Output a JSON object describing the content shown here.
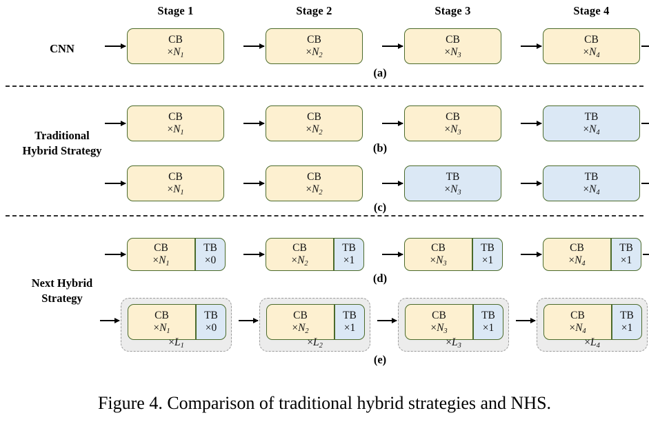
{
  "figure": {
    "caption": "Figure 4. Comparison of traditional hybrid strategies and NHS.",
    "colors": {
      "cb_fill": "#fdf0d0",
      "tb_fill": "#dbe8f5",
      "block_border": "#4a6a2a",
      "group_fill": "#ececec",
      "group_border": "#9a9a9a",
      "separator": "#2b2b2b",
      "arrow": "#000000"
    }
  },
  "stage_headers": [
    {
      "label": "Stage 1"
    },
    {
      "label": "Stage 2"
    },
    {
      "label": "Stage 3"
    },
    {
      "label": "Stage 4"
    }
  ],
  "row_labels": {
    "cnn": "CNN",
    "traditional_line1": "Traditional",
    "traditional_line2": "Hybrid Strategy",
    "next_line1": "Next Hybrid",
    "next_line2": "Strategy"
  },
  "sublabels": {
    "a": "(a)",
    "b": "(b)",
    "c": "(c)",
    "d": "(d)",
    "e": "(e)"
  },
  "rows": {
    "a": {
      "id": "a",
      "stages": [
        {
          "blocks": [
            {
              "type": "CB",
              "name": "CB",
              "mult_prefix": "×",
              "mult_var": "N",
              "mult_sub": "1"
            }
          ]
        },
        {
          "blocks": [
            {
              "type": "CB",
              "name": "CB",
              "mult_prefix": "×",
              "mult_var": "N",
              "mult_sub": "2"
            }
          ]
        },
        {
          "blocks": [
            {
              "type": "CB",
              "name": "CB",
              "mult_prefix": "×",
              "mult_var": "N",
              "mult_sub": "3"
            }
          ]
        },
        {
          "blocks": [
            {
              "type": "CB",
              "name": "CB",
              "mult_prefix": "×",
              "mult_var": "N",
              "mult_sub": "4"
            }
          ]
        }
      ]
    },
    "b": {
      "id": "b",
      "stages": [
        {
          "blocks": [
            {
              "type": "CB",
              "name": "CB",
              "mult_prefix": "×",
              "mult_var": "N",
              "mult_sub": "1"
            }
          ]
        },
        {
          "blocks": [
            {
              "type": "CB",
              "name": "CB",
              "mult_prefix": "×",
              "mult_var": "N",
              "mult_sub": "2"
            }
          ]
        },
        {
          "blocks": [
            {
              "type": "CB",
              "name": "CB",
              "mult_prefix": "×",
              "mult_var": "N",
              "mult_sub": "3"
            }
          ]
        },
        {
          "blocks": [
            {
              "type": "TB",
              "name": "TB",
              "mult_prefix": "×",
              "mult_var": "N",
              "mult_sub": "4"
            }
          ]
        }
      ]
    },
    "c": {
      "id": "c",
      "stages": [
        {
          "blocks": [
            {
              "type": "CB",
              "name": "CB",
              "mult_prefix": "×",
              "mult_var": "N",
              "mult_sub": "1"
            }
          ]
        },
        {
          "blocks": [
            {
              "type": "CB",
              "name": "CB",
              "mult_prefix": "×",
              "mult_var": "N",
              "mult_sub": "2"
            }
          ]
        },
        {
          "blocks": [
            {
              "type": "TB",
              "name": "TB",
              "mult_prefix": "×",
              "mult_var": "N",
              "mult_sub": "3"
            }
          ]
        },
        {
          "blocks": [
            {
              "type": "TB",
              "name": "TB",
              "mult_prefix": "×",
              "mult_var": "N",
              "mult_sub": "4"
            }
          ]
        }
      ]
    },
    "d": {
      "id": "d",
      "stages": [
        {
          "blocks": [
            {
              "type": "CB",
              "name": "CB",
              "mult_prefix": "×",
              "mult_var": "N",
              "mult_sub": "1"
            },
            {
              "type": "TB",
              "name": "TB",
              "mult_prefix": "×",
              "mult_var": "0",
              "mult_sub": ""
            }
          ]
        },
        {
          "blocks": [
            {
              "type": "CB",
              "name": "CB",
              "mult_prefix": "×",
              "mult_var": "N",
              "mult_sub": "2"
            },
            {
              "type": "TB",
              "name": "TB",
              "mult_prefix": "×",
              "mult_var": "1",
              "mult_sub": ""
            }
          ]
        },
        {
          "blocks": [
            {
              "type": "CB",
              "name": "CB",
              "mult_prefix": "×",
              "mult_var": "N",
              "mult_sub": "3"
            },
            {
              "type": "TB",
              "name": "TB",
              "mult_prefix": "×",
              "mult_var": "1",
              "mult_sub": ""
            }
          ]
        },
        {
          "blocks": [
            {
              "type": "CB",
              "name": "CB",
              "mult_prefix": "×",
              "mult_var": "N",
              "mult_sub": "4"
            },
            {
              "type": "TB",
              "name": "TB",
              "mult_prefix": "×",
              "mult_var": "1",
              "mult_sub": ""
            }
          ]
        }
      ]
    },
    "e": {
      "id": "e",
      "stages": [
        {
          "group": {
            "prefix": "×",
            "var": "L",
            "sub": "1"
          },
          "blocks": [
            {
              "type": "CB",
              "name": "CB",
              "mult_prefix": "×",
              "mult_var": "N",
              "mult_sub": "1"
            },
            {
              "type": "TB",
              "name": "TB",
              "mult_prefix": "×",
              "mult_var": "0",
              "mult_sub": ""
            }
          ]
        },
        {
          "group": {
            "prefix": "×",
            "var": "L",
            "sub": "2"
          },
          "blocks": [
            {
              "type": "CB",
              "name": "CB",
              "mult_prefix": "×",
              "mult_var": "N",
              "mult_sub": "2"
            },
            {
              "type": "TB",
              "name": "TB",
              "mult_prefix": "×",
              "mult_var": "1",
              "mult_sub": ""
            }
          ]
        },
        {
          "group": {
            "prefix": "×",
            "var": "L",
            "sub": "3"
          },
          "blocks": [
            {
              "type": "CB",
              "name": "CB",
              "mult_prefix": "×",
              "mult_var": "N",
              "mult_sub": "3"
            },
            {
              "type": "TB",
              "name": "TB",
              "mult_prefix": "×",
              "mult_var": "1",
              "mult_sub": ""
            }
          ]
        },
        {
          "group": {
            "prefix": "×",
            "var": "L",
            "sub": "4"
          },
          "blocks": [
            {
              "type": "CB",
              "name": "CB",
              "mult_prefix": "×",
              "mult_var": "N",
              "mult_sub": "4"
            },
            {
              "type": "TB",
              "name": "TB",
              "mult_prefix": "×",
              "mult_var": "1",
              "mult_sub": ""
            }
          ]
        }
      ]
    }
  }
}
